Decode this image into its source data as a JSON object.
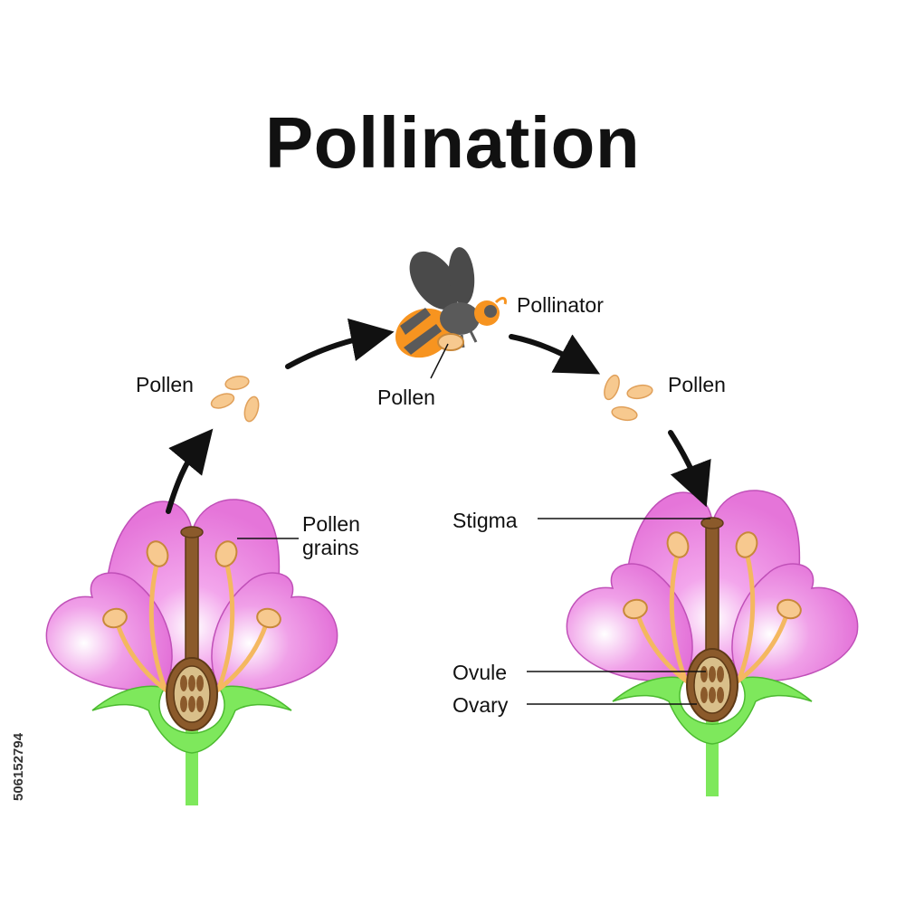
{
  "title": "Pollination",
  "labels": {
    "pollen_left": "Pollen",
    "pollen_bee": "Pollen",
    "pollinator": "Pollinator",
    "pollen_right": "Pollen",
    "pollen_grains_line1": "Pollen",
    "pollen_grains_line2": "grains",
    "stigma": "Stigma",
    "ovule": "Ovule",
    "ovary": "Ovary"
  },
  "stock_id": "506152794",
  "colors": {
    "petal": "#ec80e2",
    "petal_edge": "#c050b8",
    "sepal": "#7ee85c",
    "pistil": "#8b5a2b",
    "anther": "#f7c98f",
    "filament": "#f4b860",
    "bee_orange": "#f79420",
    "bee_grey": "#5a5a5a",
    "arrow": "#111111"
  },
  "icons": [
    "bee-icon",
    "flower-icon",
    "arrow-icon"
  ]
}
